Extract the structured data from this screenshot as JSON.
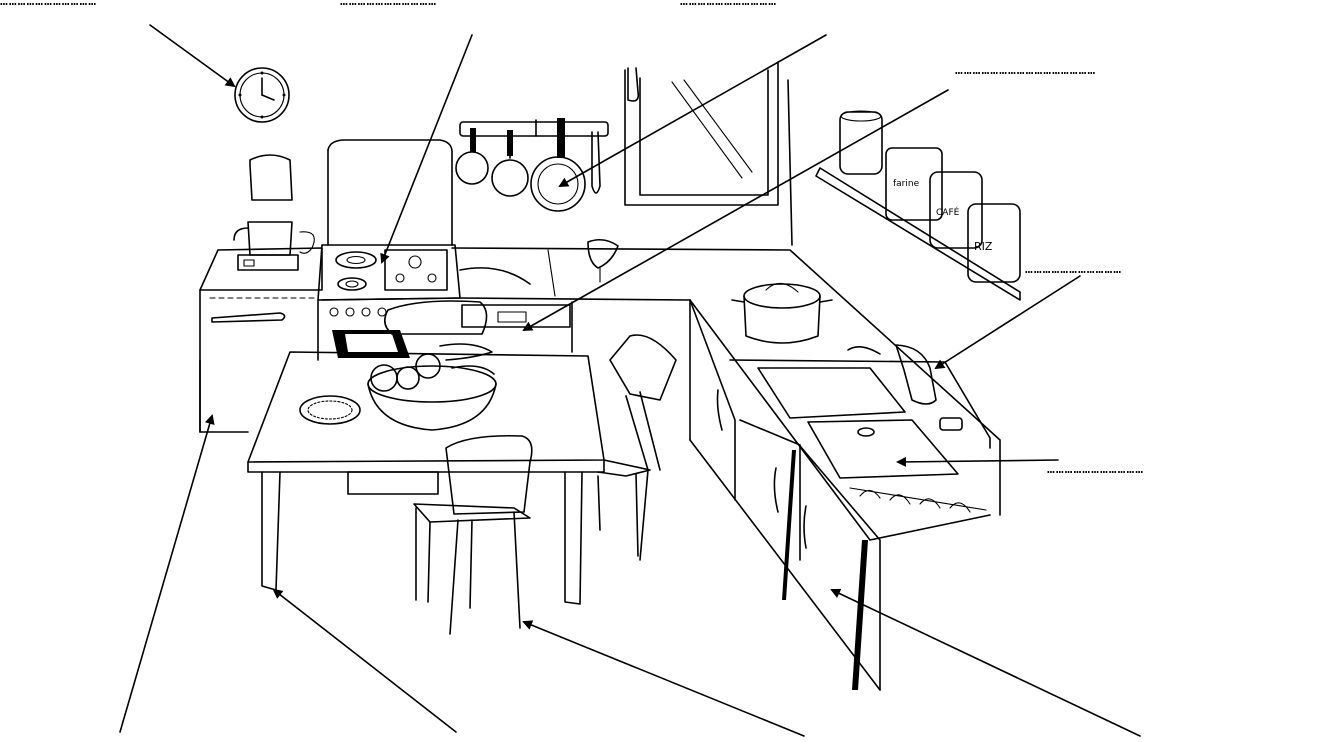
{
  "labels": {
    "top_left": "……………………………",
    "top_middle": "……………………………",
    "top_right": "……………………………",
    "far_right_top": "…………………………………………",
    "right_middle": "……………………………",
    "right_lower": "……………………………"
  },
  "jar_labels": {
    "jar_2": "farine",
    "jar_3": "CAFÉ",
    "jar_4": "RIZ"
  },
  "colors": {
    "ink": "#000000",
    "paper": "#ffffff"
  }
}
